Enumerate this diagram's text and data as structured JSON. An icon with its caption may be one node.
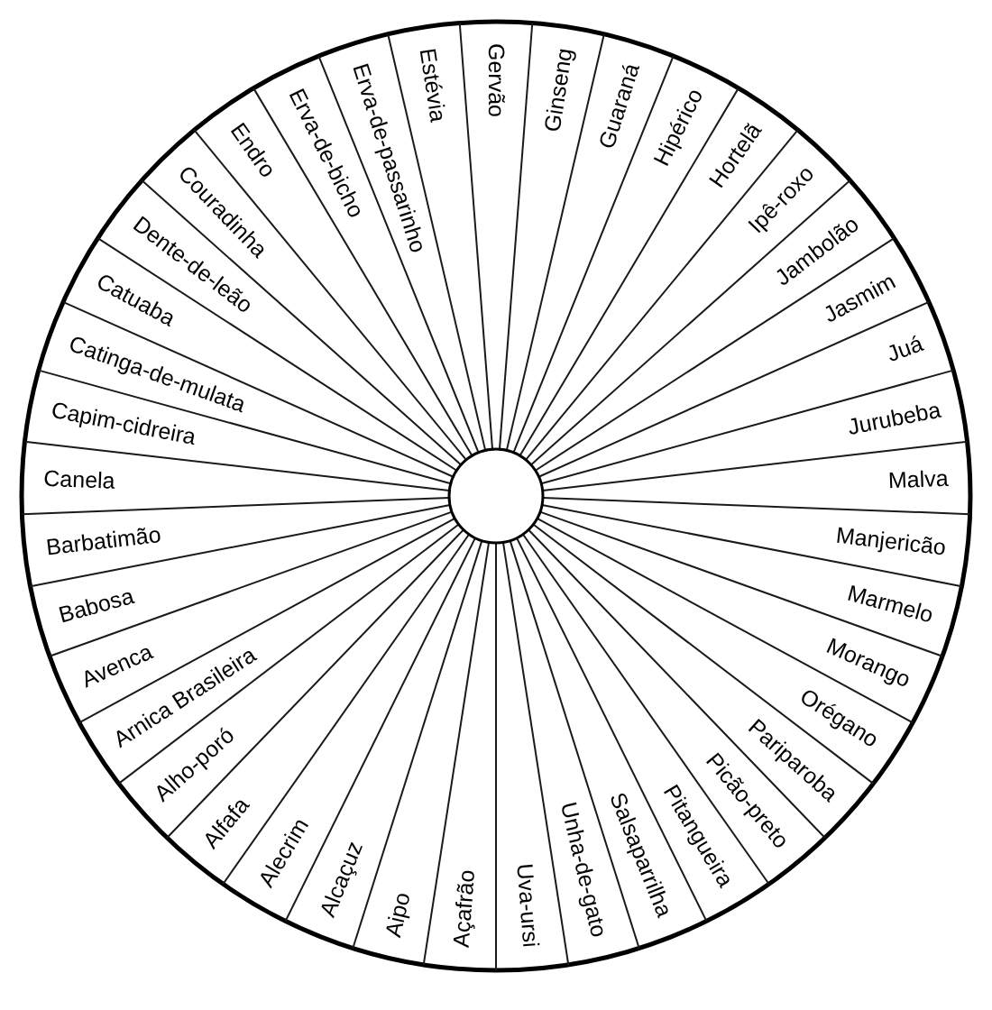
{
  "diagram": {
    "labels": [
      "Gervão",
      "Ginseng",
      "Guaraná",
      "Hipérico",
      "Hortelã",
      "Ipê-roxo",
      "Jambolão",
      "Jasmim",
      "Juá",
      "Jurubeba",
      "Malva",
      "Manjericão",
      "Marmelo",
      "Morango",
      "Orégano",
      "Pariparoba",
      "Picão-preto",
      "Pitangueira",
      "Salsaparrilha",
      "Unha-de-gato",
      "Uva-ursi",
      "Açafrão",
      "Aipo",
      "Alcaçuz",
      "Alecrim",
      "Alfafa",
      "Alho-poró",
      "Arnica Brasileira",
      "Avenca",
      "Babosa",
      "Barbatimão",
      "Canela",
      "Capim-cidreira",
      "Catinga-de-mulata",
      "Catuaba",
      "Dente-de-leão",
      "Couradinha",
      "Endro",
      "Erva-de-bicho",
      "Erva-de-passarinho",
      "Estévia"
    ]
  }
}
